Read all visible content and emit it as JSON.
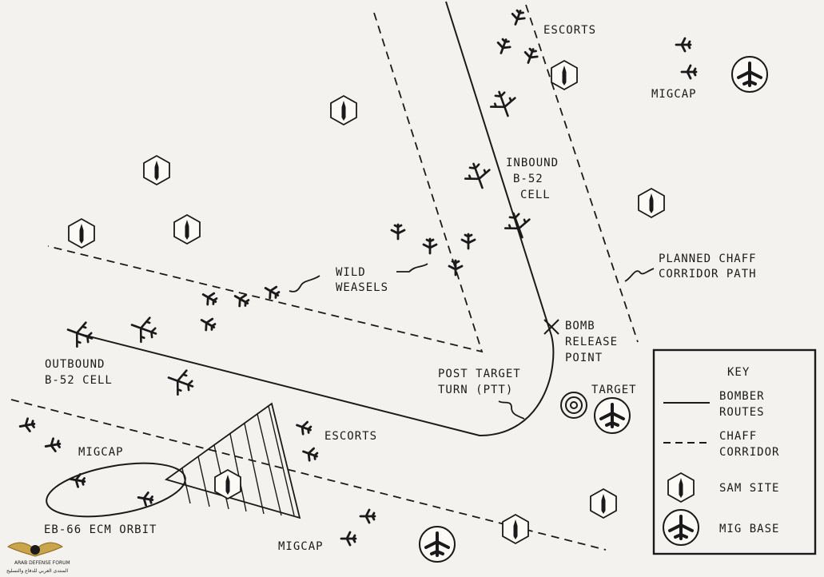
{
  "labels": {
    "escorts_top": "ESCORTS",
    "migcap_top": "MIGCAP",
    "inbound_1": "INBOUND",
    "inbound_2": "B-52",
    "inbound_3": "CELL",
    "chaff_path_1": "PLANNED CHAFF",
    "chaff_path_2": "CORRIDOR PATH",
    "wild_1": "WILD",
    "wild_2": "WEASELS",
    "bomb_1": "BOMB",
    "bomb_2": "RELEASE",
    "bomb_3": "POINT",
    "outbound_1": "OUTBOUND",
    "outbound_2": "B-52 CELL",
    "ptt_1": "POST TARGET",
    "ptt_2": "TURN (PTT)",
    "target": "TARGET",
    "escorts_bottom": "ESCORTS",
    "migcap_left": "MIGCAP",
    "ecn_orbit": "EB-66 ECM ORBIT",
    "migcap_bottom": "MIGCAP"
  },
  "key": {
    "title": "KEY",
    "bomber_1": "BOMBER",
    "bomber_2": "ROUTES",
    "chaff_1": "CHAFF",
    "chaff_2": "CORRIDOR",
    "sam": "SAM SITE",
    "mig": "MIG BASE"
  },
  "watermark": {
    "line1": "ARAB DEFENSE FORUM",
    "line2": "المنتدى العربي للدفاع والتسليح"
  }
}
